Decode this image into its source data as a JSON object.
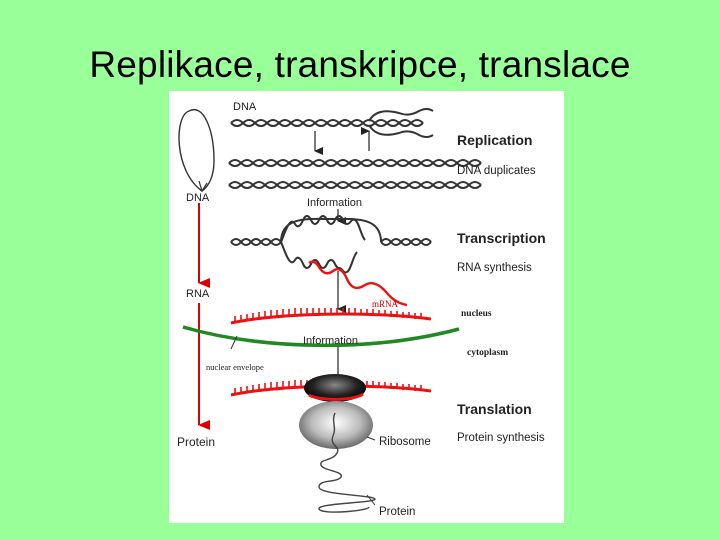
{
  "title": "Replikace, transkripce, translace",
  "colors": {
    "background": "#99ff99",
    "panel": "#ffffff",
    "flow_arrow": "#dd0000",
    "rna": "#ee1111",
    "nuclear_envelope": "#228822"
  },
  "diagram": {
    "left_flow": {
      "dna_top": "DNA",
      "dna": "DNA",
      "rna": "RNA",
      "protein": "Protein"
    },
    "replication": {
      "heading": "Replication",
      "subtitle": "DNA duplicates"
    },
    "information_1": "Information",
    "transcription": {
      "heading": "Transcription",
      "subtitle": "RNA synthesis"
    },
    "mrna": "mRNA",
    "nucleus": "nucleus",
    "information_2": "Information",
    "cytoplasm": "cytoplasm",
    "nuclear_envelope": "nuclear envelope",
    "translation": {
      "heading": "Translation",
      "subtitle": "Protein synthesis"
    },
    "ribosome": "Ribosome",
    "protein_chain": "Protein"
  }
}
